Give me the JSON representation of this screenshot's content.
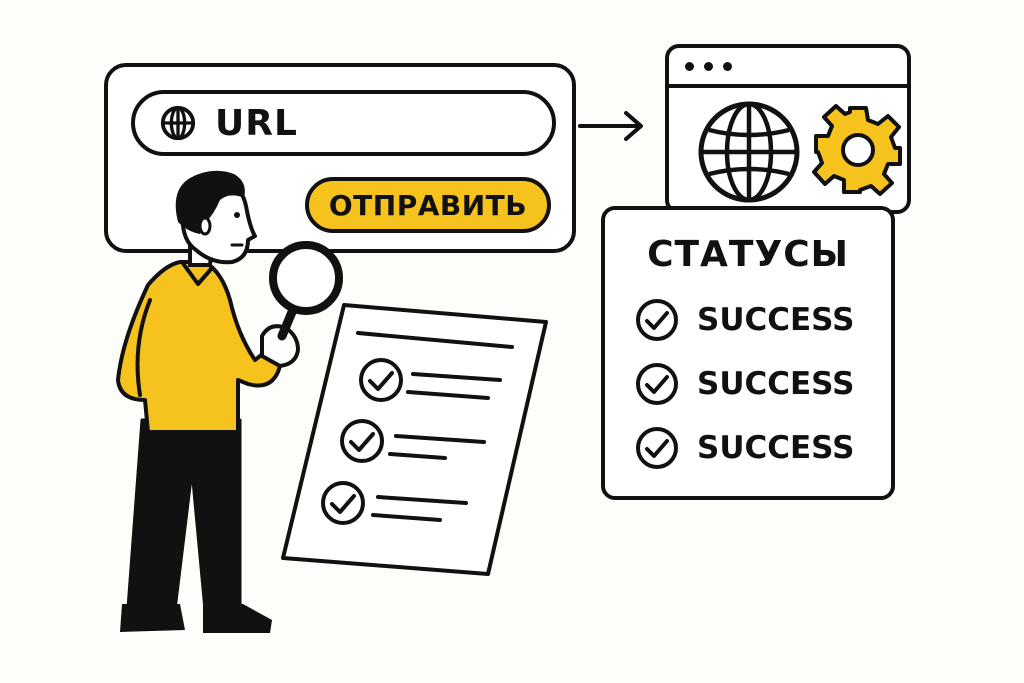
{
  "url_panel": {
    "field_label": "URL",
    "submit_label": "ОТПРАВИТЬ",
    "field_icon": "globe-icon"
  },
  "browser_window": {
    "dots": 3,
    "content_icons": [
      "globe-icon",
      "gear-icon"
    ]
  },
  "status_panel": {
    "title": "СТАТУСЫ",
    "items": [
      {
        "label": "SUCCESS",
        "icon": "check-circle-icon"
      },
      {
        "label": "SUCCESS",
        "icon": "check-circle-icon"
      },
      {
        "label": "SUCCESS",
        "icon": "check-circle-icon"
      }
    ]
  },
  "checklist": {
    "checked_items": 3
  },
  "colors": {
    "accent": "#f6c21e",
    "outline": "#111111",
    "background": "#fdfdfa"
  }
}
